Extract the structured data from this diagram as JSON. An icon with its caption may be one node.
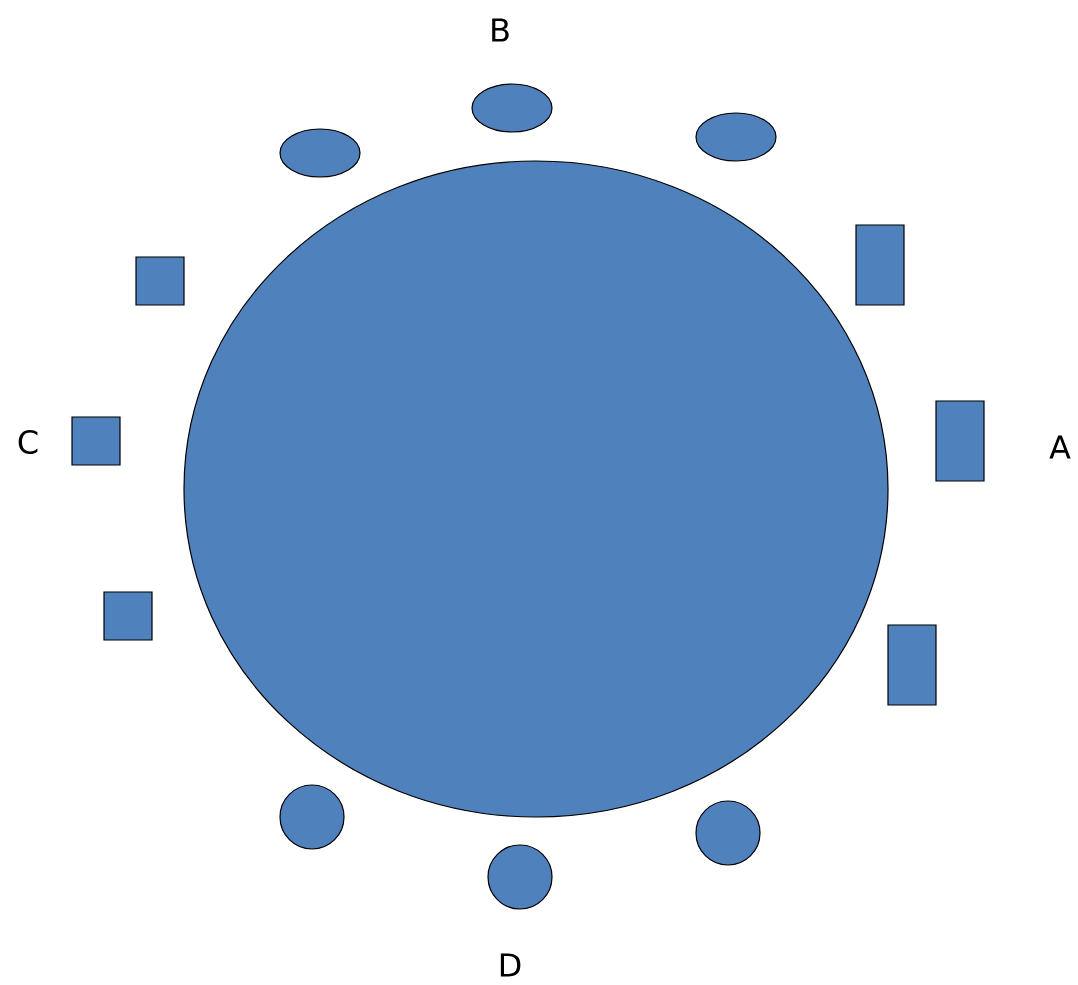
{
  "diagram": {
    "nodes": [
      {
        "text": [],
        "shape": "circle"
      },
      {
        "text": [],
        "shape": "ellipse"
      },
      {
        "text": [],
        "shape": "ellipse"
      },
      {
        "text": [],
        "shape": "ellipse"
      },
      {
        "text": [],
        "shape": "box"
      },
      {
        "text": [],
        "shape": "box"
      },
      {
        "text": [],
        "shape": "box"
      },
      {
        "text": [],
        "shape": "box"
      },
      {
        "text": [],
        "shape": "box"
      },
      {
        "text": [],
        "shape": "box"
      },
      {
        "text": [],
        "shape": "circle"
      },
      {
        "text": [],
        "shape": "circle"
      },
      {
        "text": [],
        "shape": "circle"
      }
    ],
    "labels": [
      "B",
      "C",
      "A",
      "D"
    ]
  }
}
